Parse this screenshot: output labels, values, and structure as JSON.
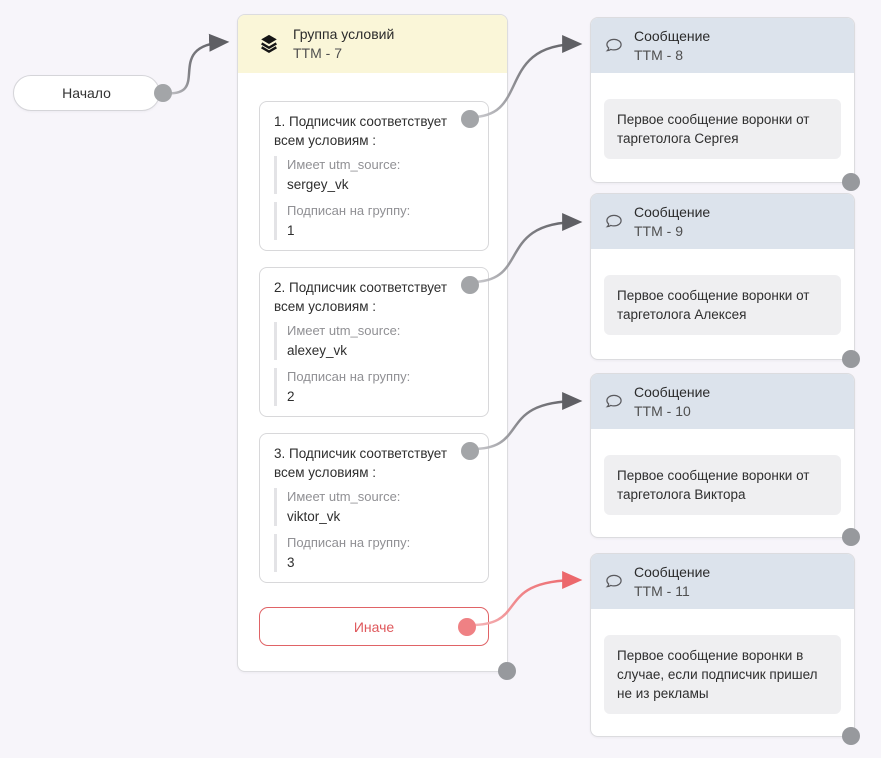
{
  "background": "#f7f5fa",
  "start": {
    "label": "Начало"
  },
  "group": {
    "icon": "layers-icon",
    "title": "Группа условий",
    "subtitle": "ТТМ - 7",
    "conditions": [
      {
        "title": "1. Подписчик соответствует всем условиям :",
        "rules": [
          {
            "label": "Имеет utm_source:",
            "value": "sergey_vk"
          },
          {
            "label": "Подписан на группу:",
            "value": "1"
          }
        ]
      },
      {
        "title": "2. Подписчик соответствует всем условиям :",
        "rules": [
          {
            "label": "Имеет utm_source:",
            "value": "alexey_vk"
          },
          {
            "label": "Подписан на группу:",
            "value": "2"
          }
        ]
      },
      {
        "title": "3. Подписчик соответствует всем условиям :",
        "rules": [
          {
            "label": "Имеет utm_source:",
            "value": "viktor_vk"
          },
          {
            "label": "Подписан на группу:",
            "value": "3"
          }
        ]
      }
    ],
    "else_label": "Иначе"
  },
  "messages": [
    {
      "icon": "speech-bubble-icon",
      "title": "Сообщение",
      "subtitle": "ТТМ - 8",
      "body": "Первое сообщение воронки от таргетолога Сергея"
    },
    {
      "icon": "speech-bubble-icon",
      "title": "Сообщение",
      "subtitle": "ТТМ - 9",
      "body": "Первое сообщение воронки от таргетолога Алексея"
    },
    {
      "icon": "speech-bubble-icon",
      "title": "Сообщение",
      "subtitle": "ТТМ - 10",
      "body": "Первое сообщение воронки от таргетолога Виктора"
    },
    {
      "icon": "speech-bubble-icon",
      "title": "Сообщение",
      "subtitle": "ТТМ - 11",
      "body": "Первое сообщение воронки в случае, если подписчик пришел не из рекламы"
    }
  ],
  "colors": {
    "canvas_bg": "#f7f5fa",
    "group_header_bg": "#faf6d8",
    "message_header_bg": "#dce3ec",
    "connector_gray": "#66666b",
    "connector_red": "#ed696e",
    "port_gray": "#a3a5a8",
    "port_red": "#ef8184",
    "else_red": "#df585c"
  }
}
